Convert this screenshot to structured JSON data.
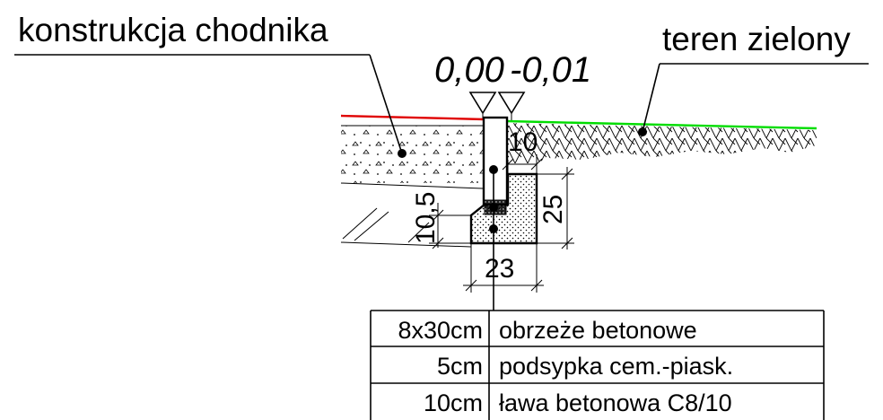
{
  "labels": {
    "left_title": "konstrukcja chodnika",
    "right_title": "teren zielony"
  },
  "elevations": {
    "left": "0,00",
    "right": "-0,01"
  },
  "dimensions": {
    "d10": "10",
    "d25": "25",
    "d10_5": "10,5",
    "d23": "23"
  },
  "legend": [
    {
      "size": "8x30cm",
      "description": "obrzeże betonowe"
    },
    {
      "size": "5cm",
      "description": "podsypka cem.-piask."
    },
    {
      "size": "10cm",
      "description": "ława betonowa C8/10"
    }
  ],
  "colors": {
    "sidewalk_line": "#e00000",
    "green_line": "#00dd00",
    "ink": "#000000"
  }
}
